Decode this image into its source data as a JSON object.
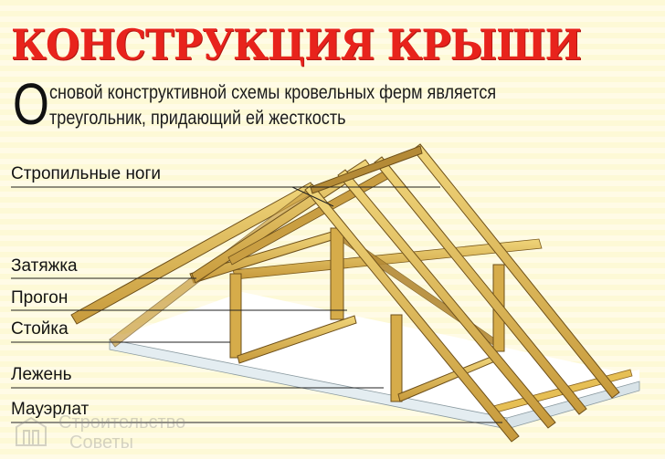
{
  "title": "КОНСТРУКЦИЯ КРЫШИ",
  "subtitle": {
    "dropcap": "О",
    "line1": "сновой конструктивной схемы кровельных ферм является",
    "line2": "треугольник, придающий ей жесткость"
  },
  "labels": [
    {
      "id": "rafters",
      "text": "Стропильные ноги"
    },
    {
      "id": "tie-beam",
      "text": "Затяжка"
    },
    {
      "id": "purlin",
      "text": "Прогон"
    },
    {
      "id": "post",
      "text": "Стойка"
    },
    {
      "id": "sill",
      "text": "Лежень"
    },
    {
      "id": "wall-plate",
      "text": "Мауэрлат"
    }
  ],
  "watermark": {
    "line1": "Строительство",
    "line2": "Советы"
  },
  "colors": {
    "title_red": "#e8231c",
    "background": "#fdf9d8",
    "wood_light": "#e9c45a",
    "wood_dark": "#a57f2c",
    "slab": "#e6eef2"
  }
}
